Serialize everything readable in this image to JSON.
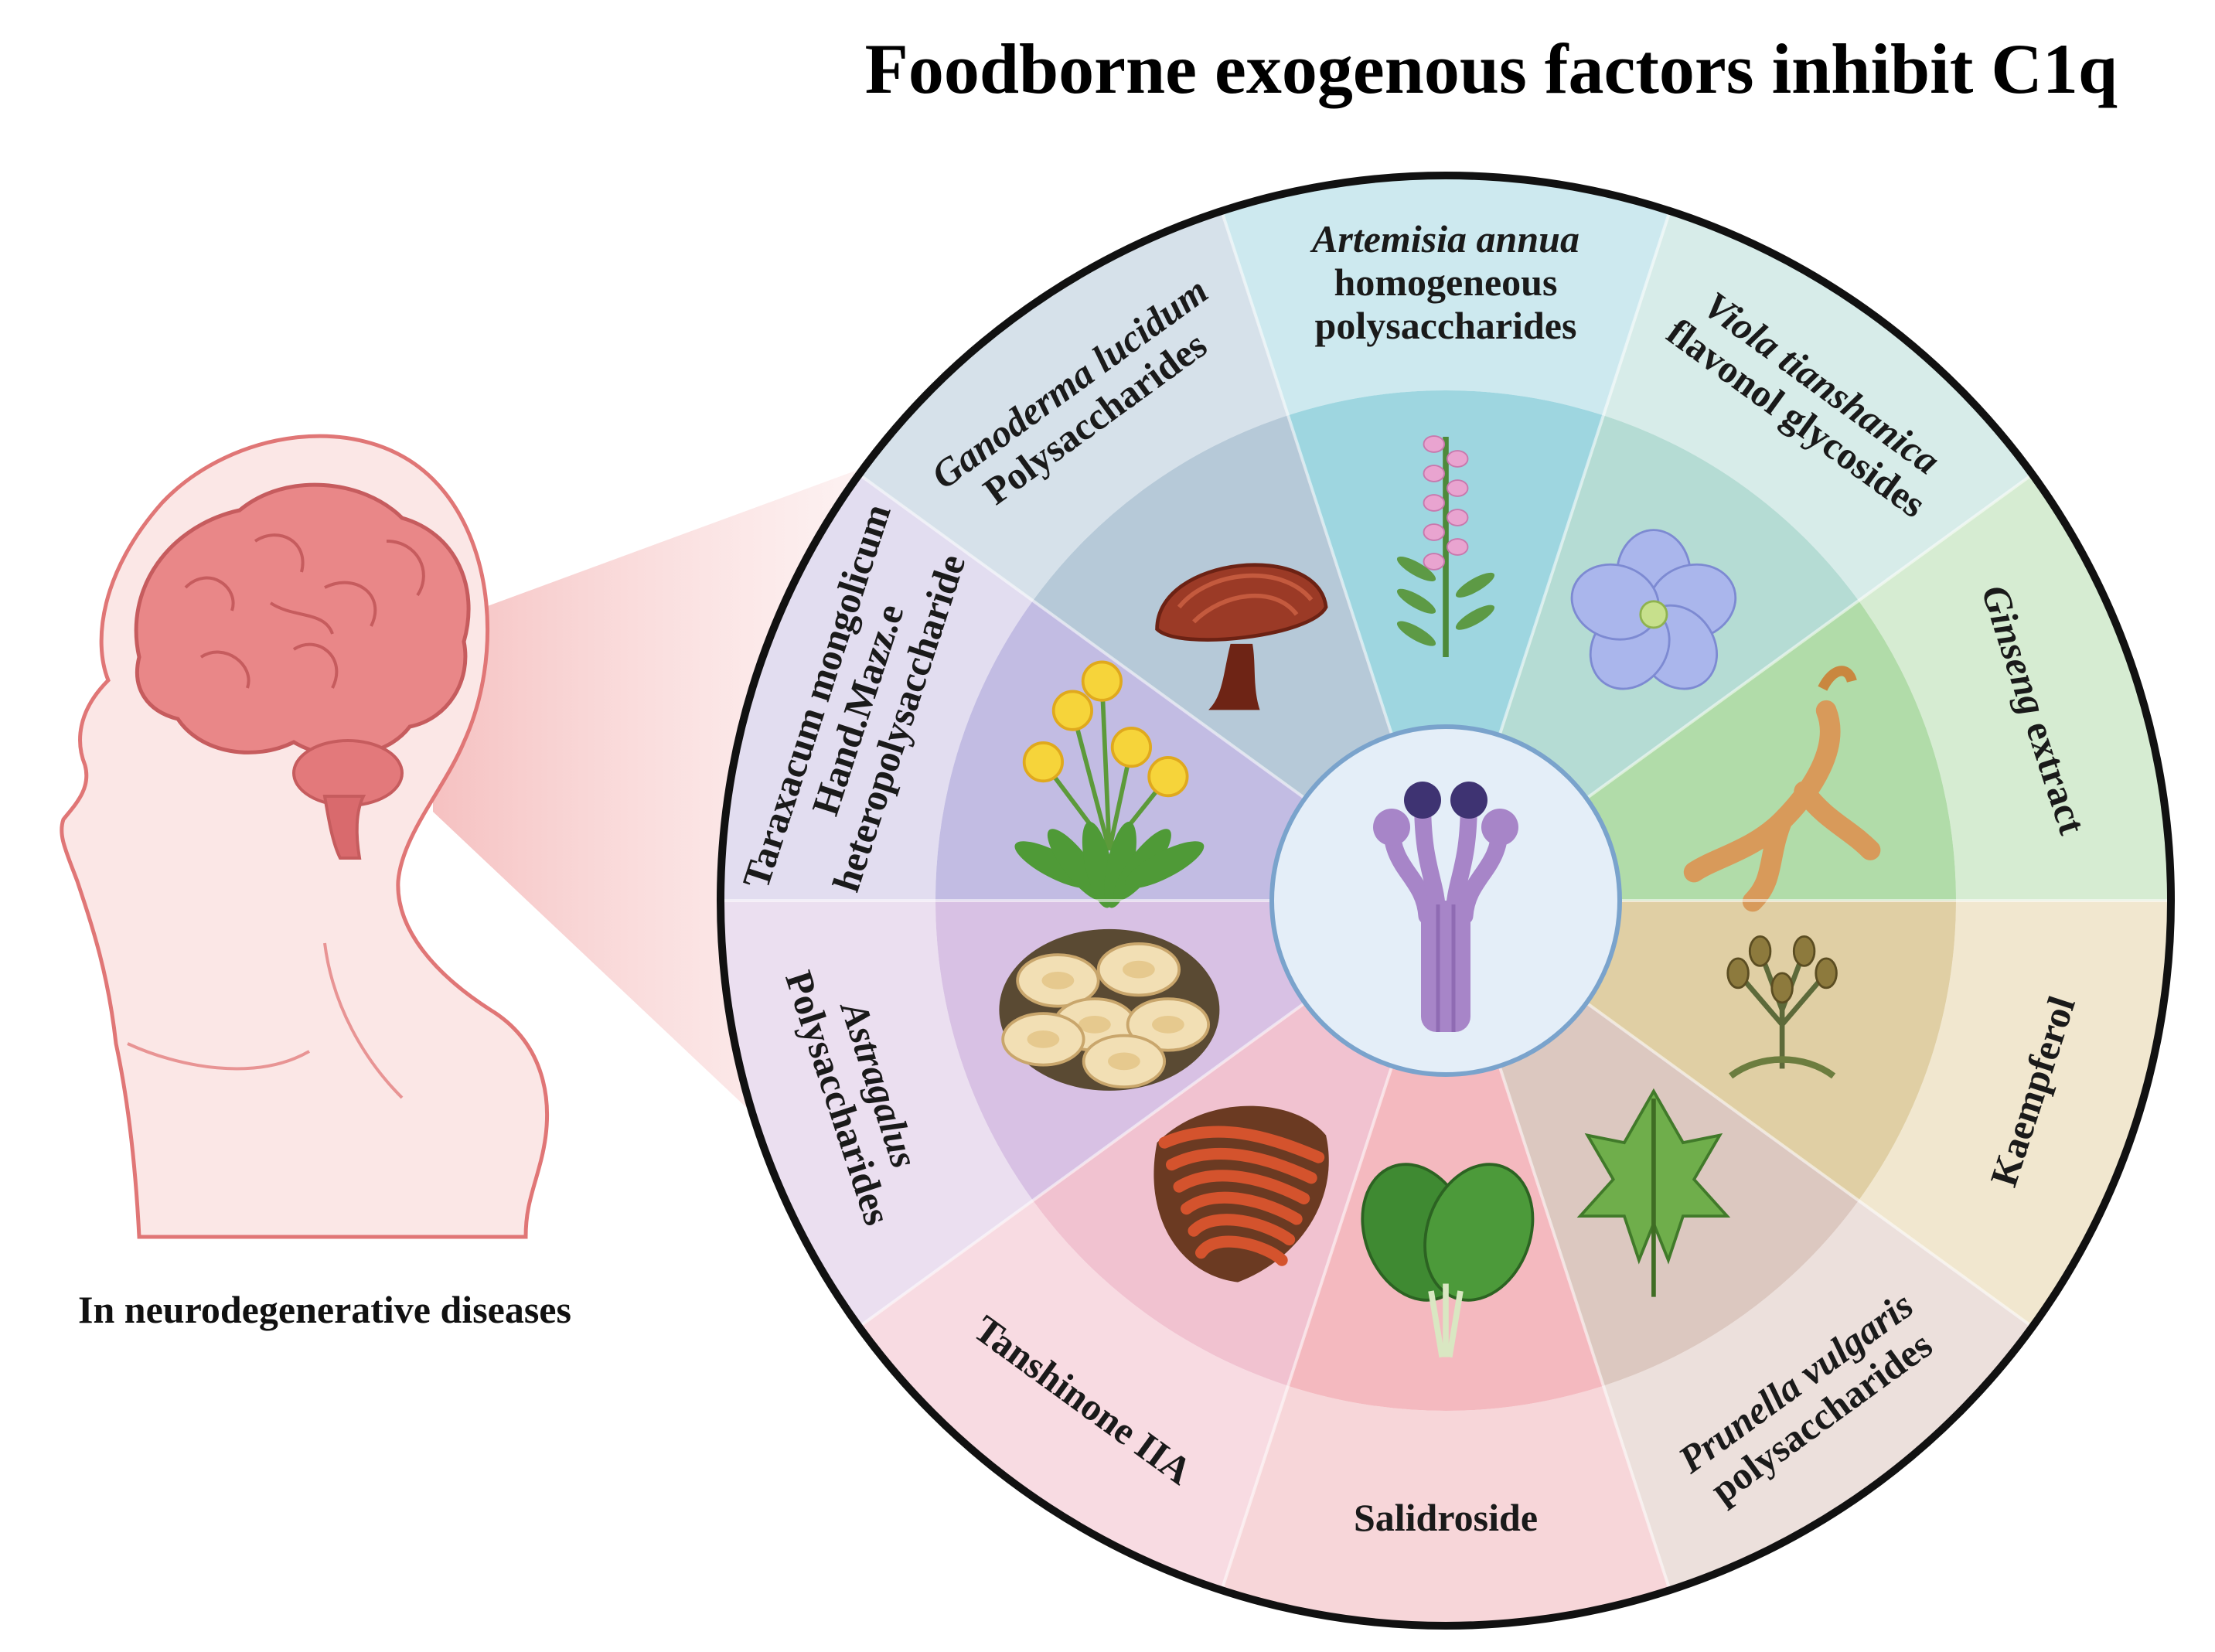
{
  "title": "Foodborne exogenous factors inhibit C1q",
  "caption": "In neurodegenerative diseases",
  "center": {
    "icon": "c1q-protein-icon"
  },
  "segments": [
    {
      "id": "artemisia",
      "lines": [
        [
          "Artemisia annua",
          true
        ],
        [
          "homogeneous",
          false
        ],
        [
          "polysaccharides",
          false
        ]
      ],
      "icon": "artemisia-flower-icon",
      "outer_color": "#cde9ef",
      "inner_color": "#9ed6e0"
    },
    {
      "id": "viola",
      "lines": [
        [
          "Viola tianshanica",
          true
        ],
        [
          "flavonol glycosides",
          false
        ]
      ],
      "icon": "violet-flower-icon",
      "outer_color": "#d7ece9",
      "inner_color": "#b5dcd4"
    },
    {
      "id": "ginseng",
      "lines": [
        [
          "Ginseng",
          true,
          " extract"
        ]
      ],
      "icon": "ginseng-root-icon",
      "outer_color": "#d6ecd2",
      "inner_color": "#b1dca9"
    },
    {
      "id": "kaempferol",
      "lines": [
        [
          "Kaempferol",
          false
        ]
      ],
      "icon": "kaempferol-plant-icon",
      "outer_color": "#f1e7cf",
      "inner_color": "#e0cfa4"
    },
    {
      "id": "prunella",
      "lines": [
        [
          "Prunella vulgaris",
          true
        ],
        [
          "polysaccharides",
          false
        ]
      ],
      "icon": "prunella-leaf-icon",
      "outer_color": "#ece0dc",
      "inner_color": "#dcc8c0"
    },
    {
      "id": "salidroside",
      "lines": [
        [
          "Salidroside",
          false
        ]
      ],
      "icon": "spinach-icon",
      "outer_color": "#f7d6d9",
      "inner_color": "#f4b9bf"
    },
    {
      "id": "tanshinone",
      "lines": [
        [
          "Tanshinone IIA",
          false
        ]
      ],
      "icon": "salvia-root-icon",
      "outer_color": "#f8dbe2",
      "inner_color": "#f1c2d0"
    },
    {
      "id": "astragalus",
      "lines": [
        [
          "Astragalus",
          true
        ],
        [
          "Polysaccharides",
          false
        ]
      ],
      "icon": "astragalus-slices-icon",
      "outer_color": "#ebdff0",
      "inner_color": "#d8c1e4"
    },
    {
      "id": "taraxacum",
      "lines": [
        [
          "Taraxacum mongolicum",
          false
        ],
        [
          "Hand.Mazz.e",
          false
        ],
        [
          "heteropolysaccharide",
          false
        ]
      ],
      "icon": "dandelion-icon",
      "outer_color": "#e2ddf0",
      "inner_color": "#c2bce3"
    },
    {
      "id": "ganoderma",
      "lines": [
        [
          "Ganoderma lucidum",
          true
        ],
        [
          "Polysaccharides",
          false
        ]
      ],
      "icon": "reishi-mushroom-icon",
      "outer_color": "#d6e1ea",
      "inner_color": "#b6c9d8"
    }
  ]
}
